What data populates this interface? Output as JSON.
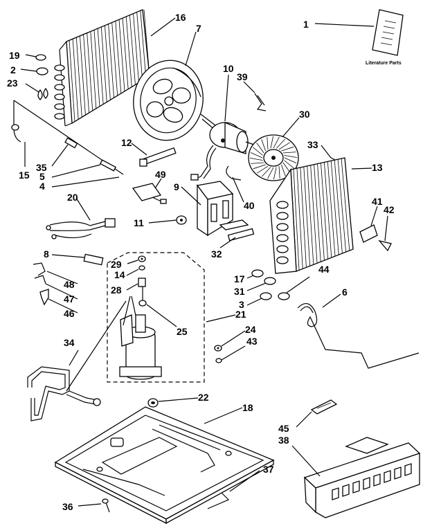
{
  "literature_label": "Literature Parts",
  "callouts": [
    "1",
    "2",
    "3",
    "4",
    "5",
    "6",
    "7",
    "8",
    "9",
    "10",
    "11",
    "12",
    "13",
    "14",
    "15",
    "16",
    "17",
    "18",
    "19",
    "20",
    "21",
    "22",
    "23",
    "24",
    "25",
    "28",
    "29",
    "30",
    "31",
    "32",
    "33",
    "34",
    "35",
    "36",
    "37",
    "38",
    "39",
    "40",
    "41",
    "42",
    "43",
    "44",
    "45",
    "46",
    "47",
    "48",
    "49"
  ]
}
